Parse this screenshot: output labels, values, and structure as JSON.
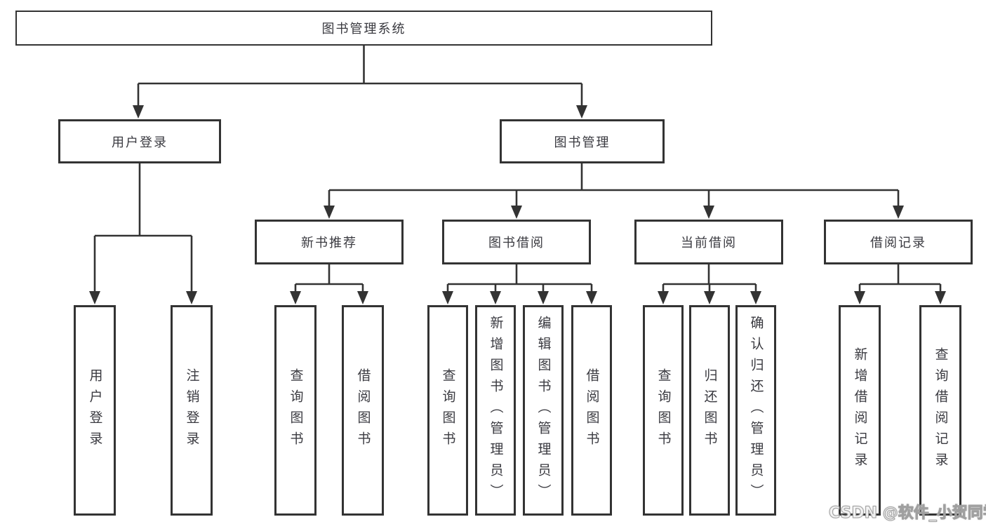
{
  "diagram_title": "图书管理系统",
  "tree": {
    "label": "图书管理系统",
    "children": [
      {
        "label": "用户登录",
        "children": [
          {
            "label": "用户登录"
          },
          {
            "label": "注销登录"
          }
        ]
      },
      {
        "label": "图书管理",
        "children": [
          {
            "label": "新书推荐",
            "children": [
              {
                "label": "查询图书"
              },
              {
                "label": "借阅图书"
              }
            ]
          },
          {
            "label": "图书借阅",
            "children": [
              {
                "label": "查询图书"
              },
              {
                "label": "新增图书（管理员）"
              },
              {
                "label": "编辑图书（管理员）"
              },
              {
                "label": "借阅图书"
              }
            ]
          },
          {
            "label": "当前借阅",
            "children": [
              {
                "label": "查询图书"
              },
              {
                "label": "归还图书"
              },
              {
                "label": "确认归还（管理员）"
              }
            ]
          },
          {
            "label": "借阅记录",
            "children": [
              {
                "label": "新增借阅记录"
              },
              {
                "label": "查询借阅记录"
              }
            ]
          }
        ]
      }
    ]
  },
  "watermark": {
    "text": "CSDN @软件_小贺同学"
  },
  "colors": {
    "line": "#333333",
    "box_border": "#333333",
    "text": "#3a3a40",
    "background": "#ffffff",
    "watermark": "#f0f0f0"
  }
}
